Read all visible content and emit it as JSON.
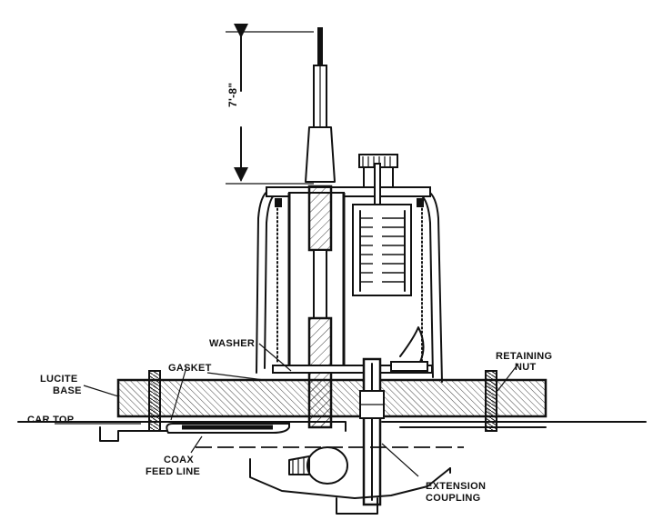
{
  "labels": {
    "dimension": "7'-8\"",
    "washer": "WASHER",
    "gasket": "GASKET",
    "lucite_base_1": "LUCITE",
    "lucite_base_2": "BASE",
    "car_top": "CAR TOP",
    "coax_1": "COAX",
    "coax_2": "FEED LINE",
    "retaining_1": "RETAINING",
    "retaining_2": "NUT",
    "extension_1": "EXTENSION",
    "extension_2": "COUPLING"
  },
  "colors": {
    "ink": "#111111",
    "paper": "#ffffff"
  }
}
